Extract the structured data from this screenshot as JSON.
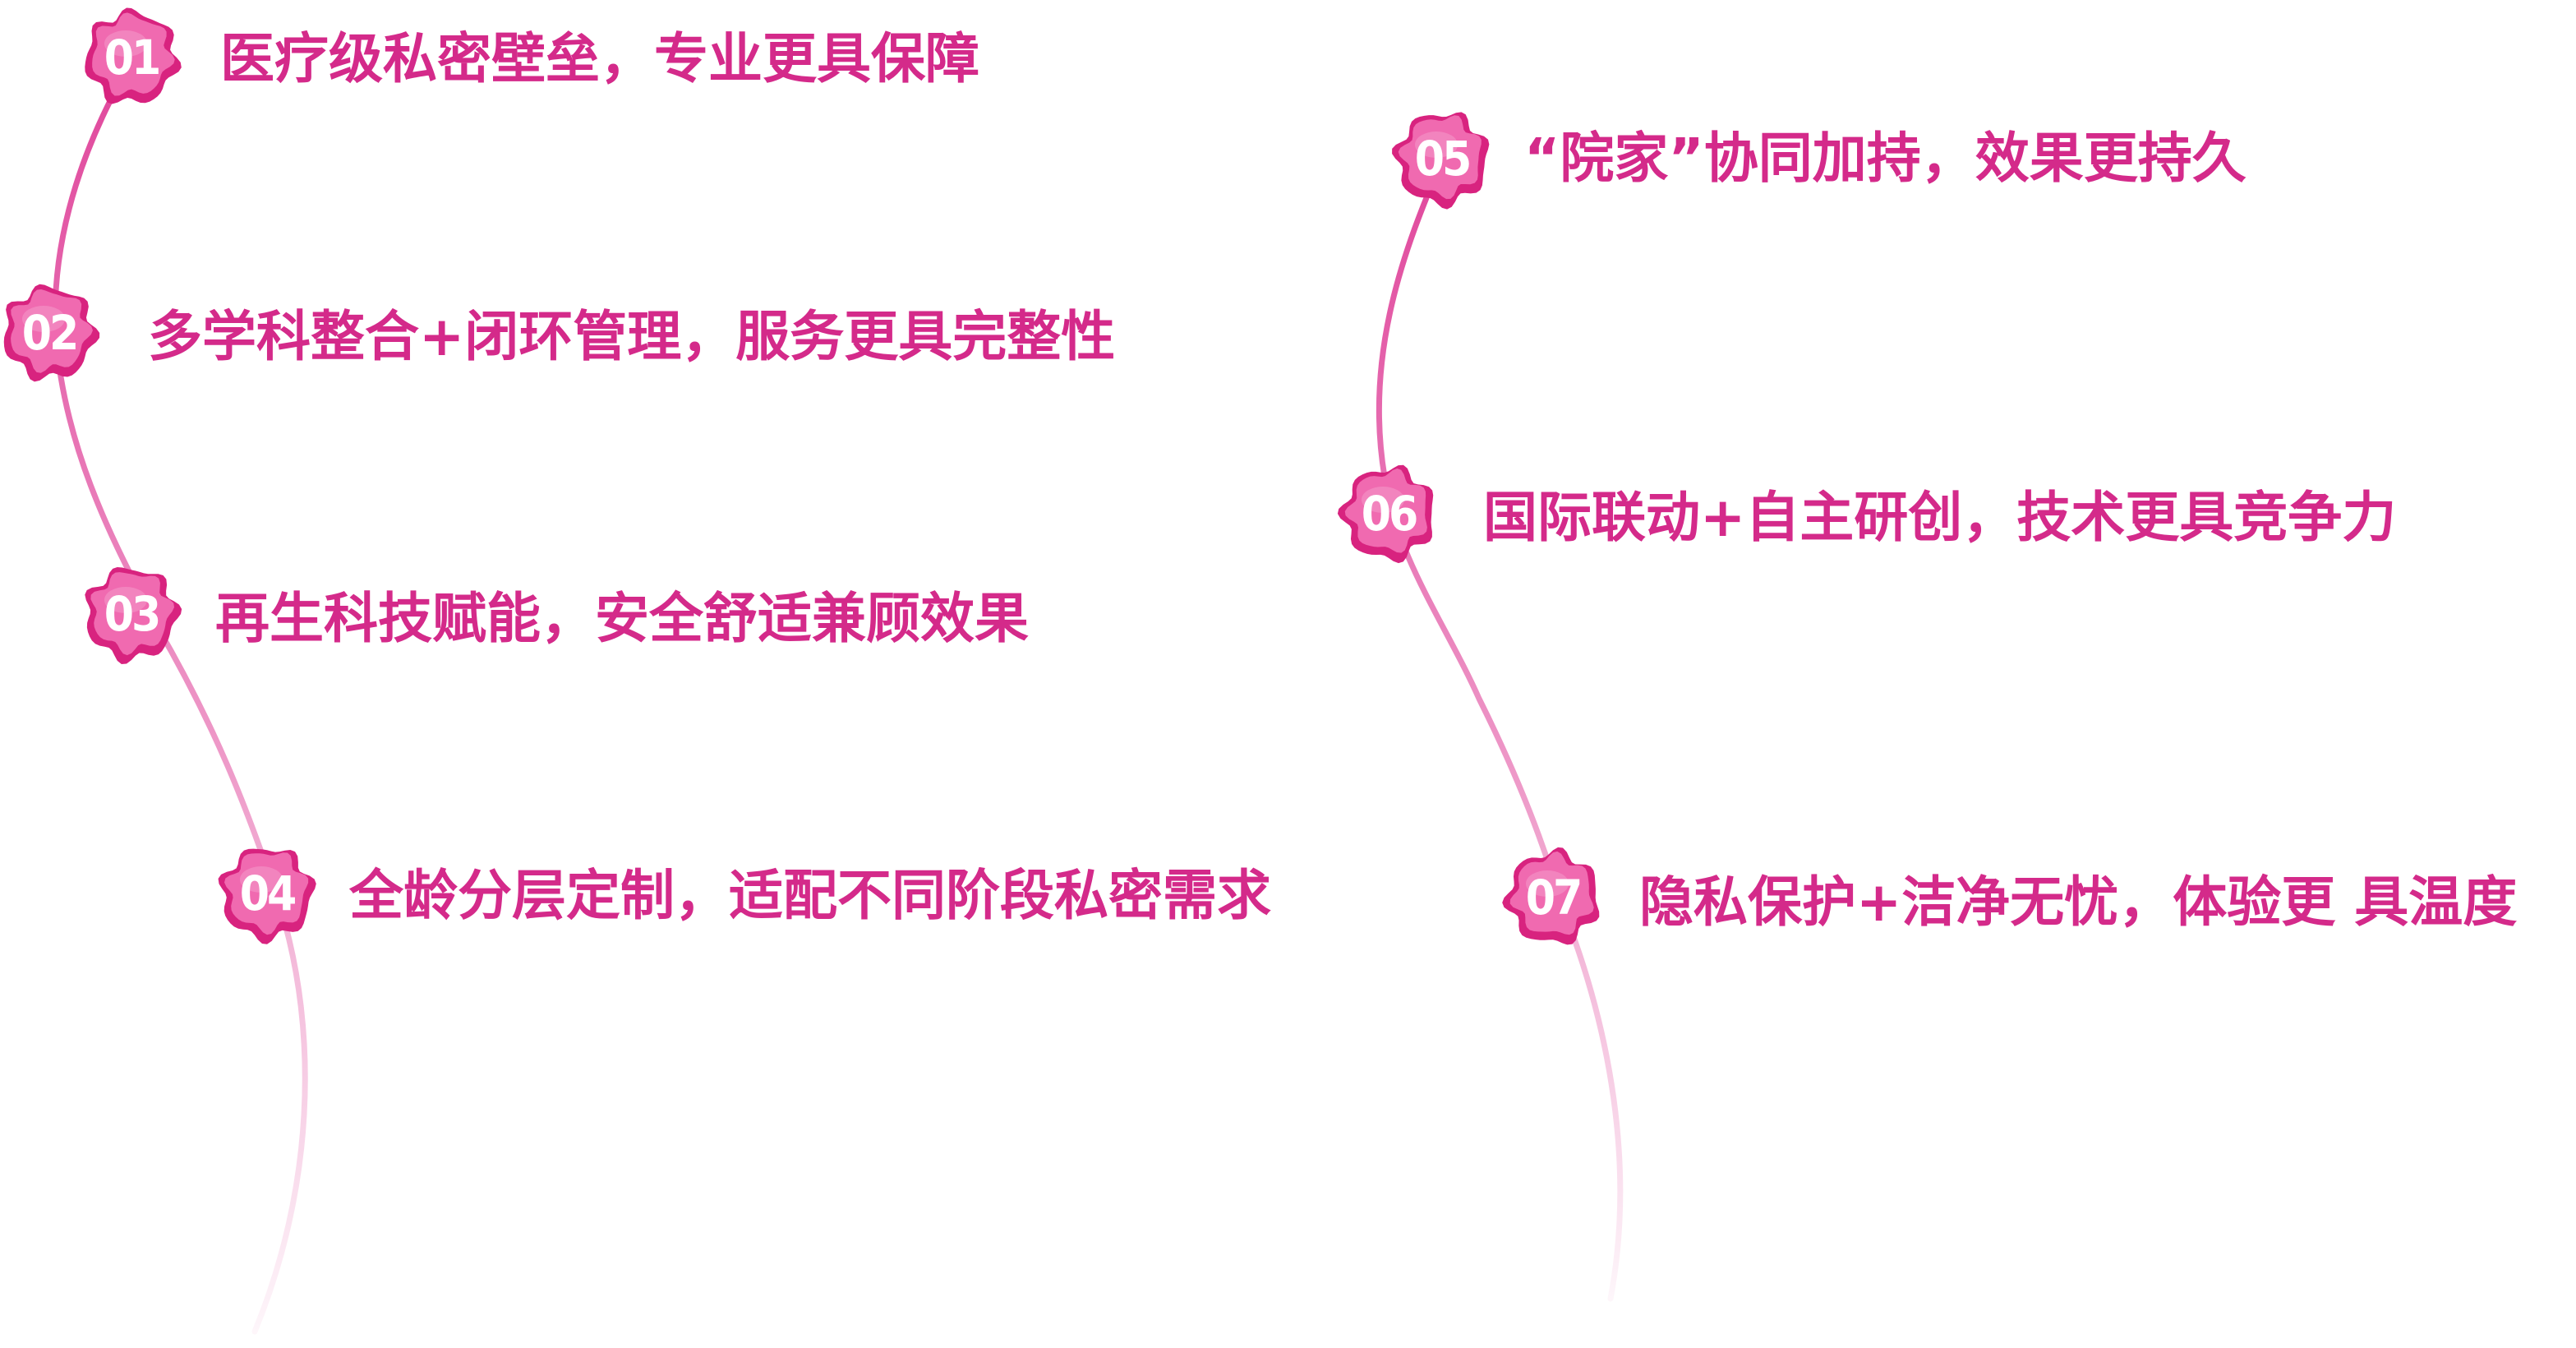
{
  "colors": {
    "text": "#d42a8a",
    "badge_fill": "#f06ab0",
    "badge_edge": "#d8237f",
    "badge_number": "#ffffff",
    "curve": "#e0479c"
  },
  "items": [
    {
      "num": "01",
      "text": "医疗级私密壁垒，专业更具保障"
    },
    {
      "num": "02",
      "text": "多学科整合+闭环管理，服务更具完整性"
    },
    {
      "num": "03",
      "text": "再生科技赋能，安全舒适兼顾效果"
    },
    {
      "num": "04",
      "text": "全龄分层定制，适配不同阶段私密需求"
    },
    {
      "num": "05",
      "text": "“院家”协同加持，效果更持久"
    },
    {
      "num": "06",
      "text": "国际联动+自主研创，技术更具竞争力"
    },
    {
      "num": "07",
      "text": "隐私保护+洁净无忧，体验更 具温度"
    }
  ]
}
